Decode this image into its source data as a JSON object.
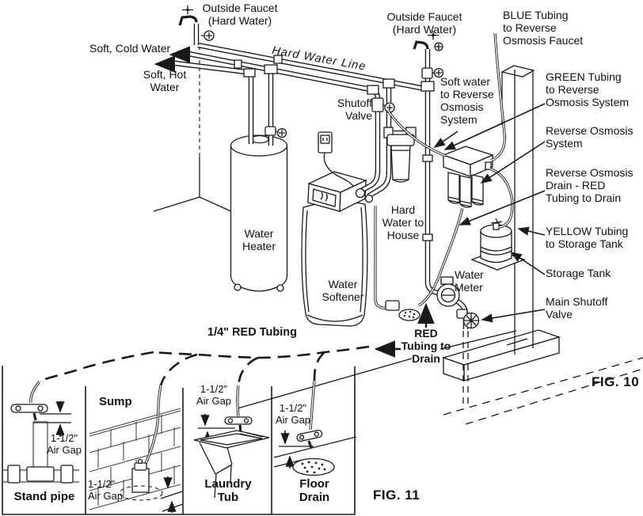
{
  "fig10": {
    "labels": {
      "outside_faucet_left": "Outside Faucet\n(Hard Water)",
      "outside_faucet_right": "Outside Faucet\n(Hard Water)",
      "blue_tubing": "BLUE Tubing\nto Reverse\nOsmosis Faucet",
      "soft_cold_water": "Soft, Cold Water",
      "soft_hot_water": "Soft, Hot\nWater",
      "hard_water_line": "Hard Water Line",
      "green_tubing": "GREEN Tubing\nto Reverse\nOsmosis System",
      "shutoff_valve": "Shutoff\nValve",
      "soft_water_ro": "Soft water\nto Reverse\nOsmosis\nSystem",
      "reverse_osmosis_system": "Reverse Osmosis\nSystem",
      "ro_drain": "Reverse Osmosis\nDrain - RED\nTubing to Drain",
      "yellow_tubing": "YELLOW Tubing\nto Storage Tank",
      "storage_tank": "Storage Tank",
      "main_shutoff_valve": "Main Shutoff\nValve",
      "water_heater": "Water\nHeater",
      "water_softener": "Water\nSoftener",
      "hard_water_to_house": "Hard\nWater to\nHouse",
      "water_meter": "Water\nMeter",
      "red_tubing_to_drain": "RED\nTubing to\nDrain",
      "caption": "FIG. 10"
    }
  },
  "fig11": {
    "labels": {
      "quarter_red_tubing": "1/4\" RED Tubing",
      "air_gap_standpipe": "1-1/2\"\nAir Gap",
      "air_gap_sump": "1-1/2\"\nAir Gap",
      "air_gap_laundry": "1-1/2\"\nAir Gap",
      "air_gap_floor": "1-1/2\"\nAir Gap",
      "stand_pipe": "Stand pipe",
      "sump": "Sump",
      "laundry_tub": "Laundry\nTub",
      "floor_drain": "Floor\nDrain",
      "caption": "FIG. 11"
    }
  },
  "colors": {
    "line": "#1a1a1a",
    "gray_pipe": "#8f8f8f",
    "background": "#ffffff"
  }
}
